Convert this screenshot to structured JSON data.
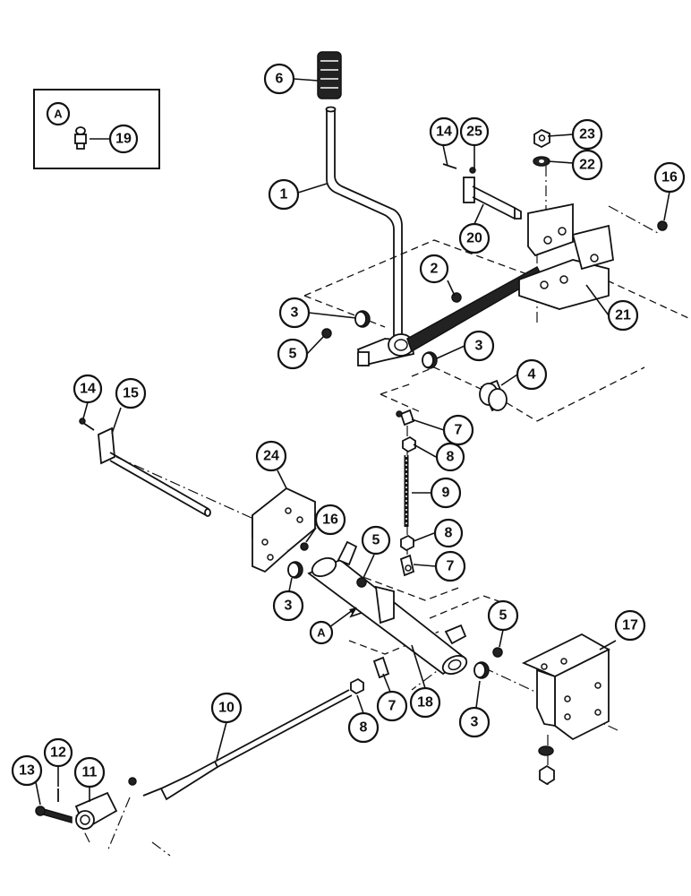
{
  "diagram": {
    "callouts": [
      {
        "id": "c6",
        "label": "6"
      },
      {
        "id": "c1",
        "label": "1"
      },
      {
        "id": "c14a",
        "label": "14"
      },
      {
        "id": "c25",
        "label": "25"
      },
      {
        "id": "c23",
        "label": "23"
      },
      {
        "id": "c22",
        "label": "22"
      },
      {
        "id": "c16a",
        "label": "16"
      },
      {
        "id": "c20",
        "label": "20"
      },
      {
        "id": "c2",
        "label": "2"
      },
      {
        "id": "c21",
        "label": "21"
      },
      {
        "id": "c3a",
        "label": "3"
      },
      {
        "id": "c5a",
        "label": "5"
      },
      {
        "id": "c3b",
        "label": "3"
      },
      {
        "id": "c4",
        "label": "4"
      },
      {
        "id": "c7a",
        "label": "7"
      },
      {
        "id": "c8a",
        "label": "8"
      },
      {
        "id": "c14b",
        "label": "14"
      },
      {
        "id": "c15",
        "label": "15"
      },
      {
        "id": "c24",
        "label": "24"
      },
      {
        "id": "c9",
        "label": "9"
      },
      {
        "id": "c16b",
        "label": "16"
      },
      {
        "id": "c5b",
        "label": "5"
      },
      {
        "id": "c8b",
        "label": "8"
      },
      {
        "id": "c7b",
        "label": "7"
      },
      {
        "id": "c3c",
        "label": "3"
      },
      {
        "id": "c5c",
        "label": "5"
      },
      {
        "id": "c17",
        "label": "17"
      },
      {
        "id": "c10",
        "label": "10"
      },
      {
        "id": "c18",
        "label": "18"
      },
      {
        "id": "c8c",
        "label": "8"
      },
      {
        "id": "c7c",
        "label": "7"
      },
      {
        "id": "c3d",
        "label": "3"
      },
      {
        "id": "c13",
        "label": "13"
      },
      {
        "id": "c12",
        "label": "12"
      },
      {
        "id": "c11",
        "label": "11"
      }
    ],
    "detail_box": {
      "letter": "A",
      "callout": "19"
    },
    "pointer_letter": "A"
  }
}
